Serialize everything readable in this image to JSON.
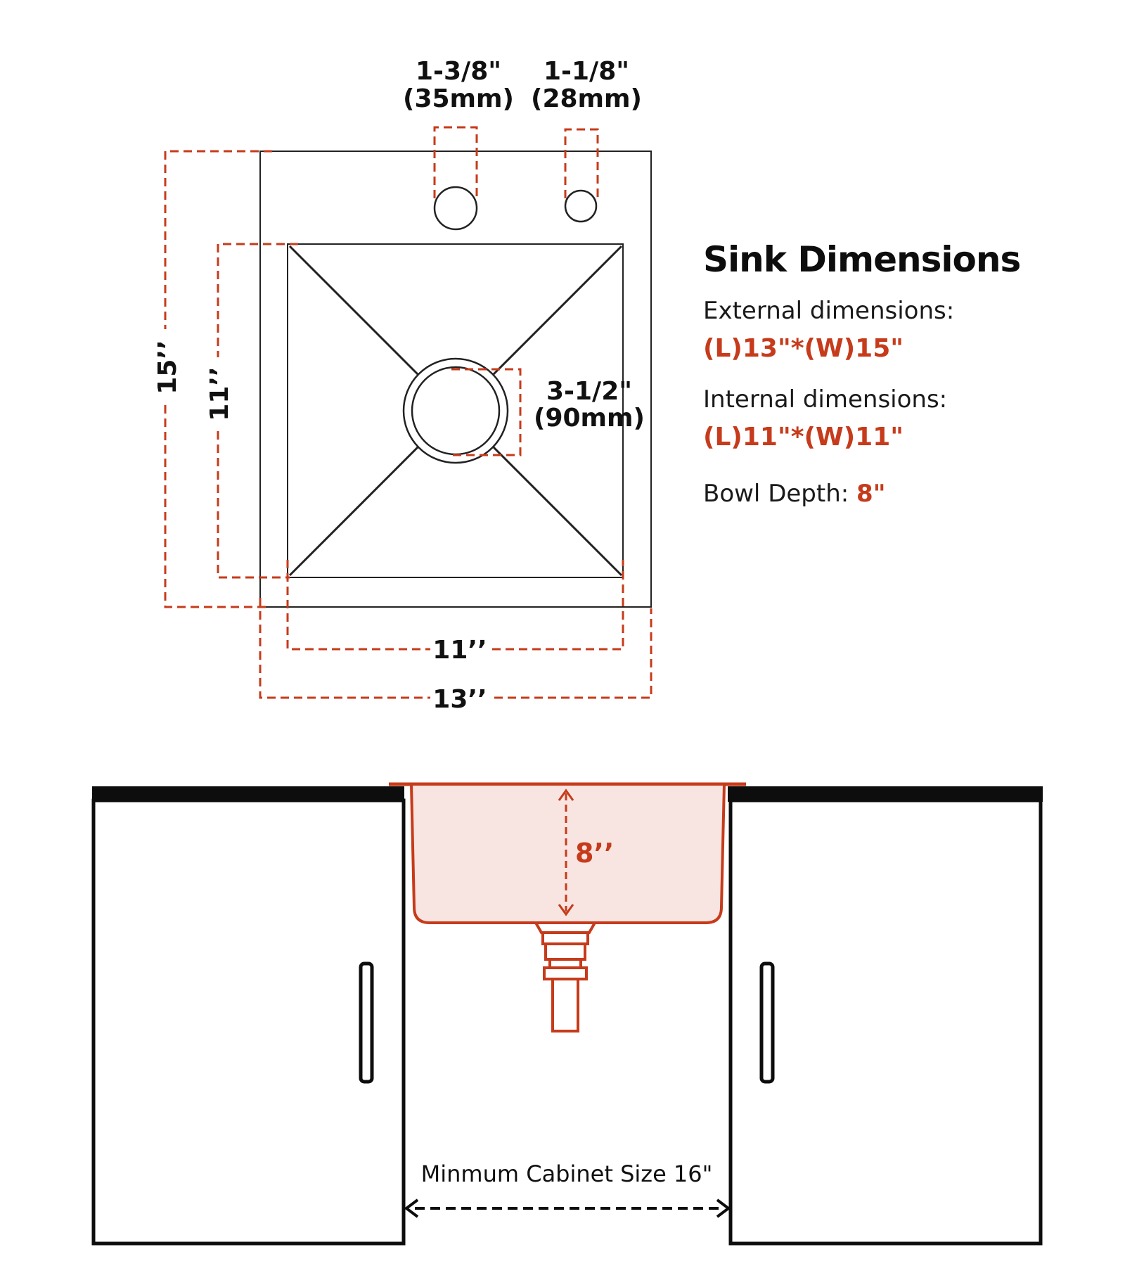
{
  "top_view": {
    "hole_left_label": "1-3/8\"",
    "hole_left_mm": "(35mm)",
    "hole_right_label": "1-1/8\"",
    "hole_right_mm": "(28mm)",
    "drain_label": "3-1/2\"",
    "drain_mm": "(90mm)",
    "outer_height_label": "15’’",
    "inner_height_label": "11’’",
    "inner_width_label": "11’’",
    "outer_width_label": "13’’"
  },
  "panel": {
    "title": "Sink Dimensions",
    "external_label": "External dimensions:",
    "external_value": "(L)13\"*(W)15\"",
    "internal_label": "Internal dimensions:",
    "internal_value": "(L)11\"*(W)11\"",
    "depth_label": "Bowl Depth:",
    "depth_value": "8\""
  },
  "side_view": {
    "depth_label": "8’’",
    "cabinet_label": "Minmum Cabinet Size 16\""
  },
  "colors": {
    "accent": "#c63b1b",
    "line": "#111111",
    "bowl_fill": "#f8e5e1"
  }
}
